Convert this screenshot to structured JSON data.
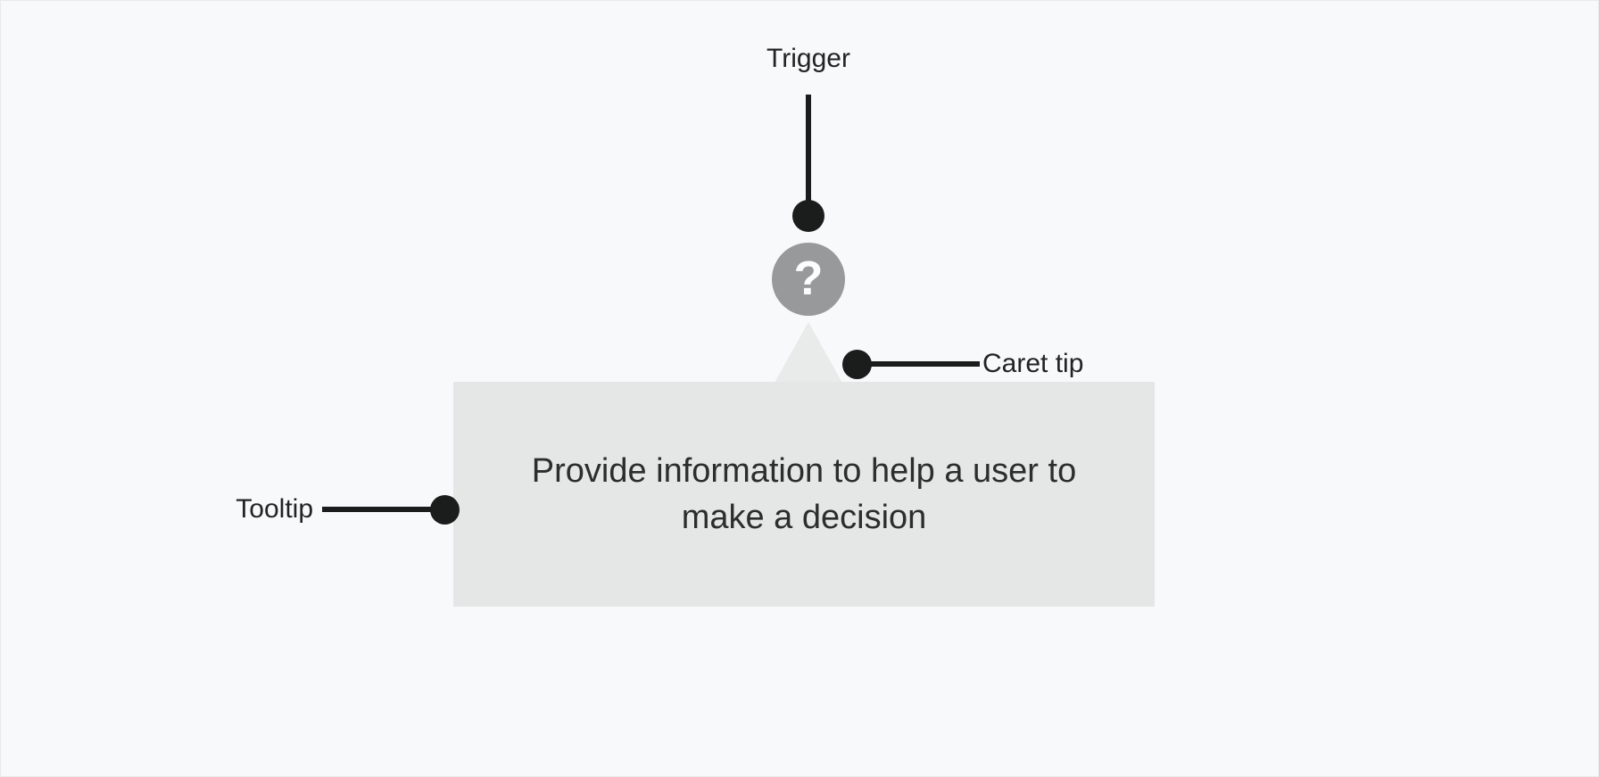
{
  "colors": {
    "background": "#f7f9fa",
    "tooltip_body": "#e5e6e6",
    "caret": "#e9ebeb",
    "trigger_icon_background": "#97999a",
    "trigger_icon_glyph": "#ffffff",
    "connector": "#1b1c1c",
    "label_text": "#212324",
    "tooltip_text": "#2c2e2e"
  },
  "annotations": {
    "trigger": {
      "label": "Trigger"
    },
    "caret_tip": {
      "label": "Caret tip"
    },
    "tooltip": {
      "label": "Tooltip"
    }
  },
  "tooltip": {
    "trigger_icon": {
      "glyph": "?"
    },
    "text": "Provide information to help a user to\nmake a decision"
  }
}
